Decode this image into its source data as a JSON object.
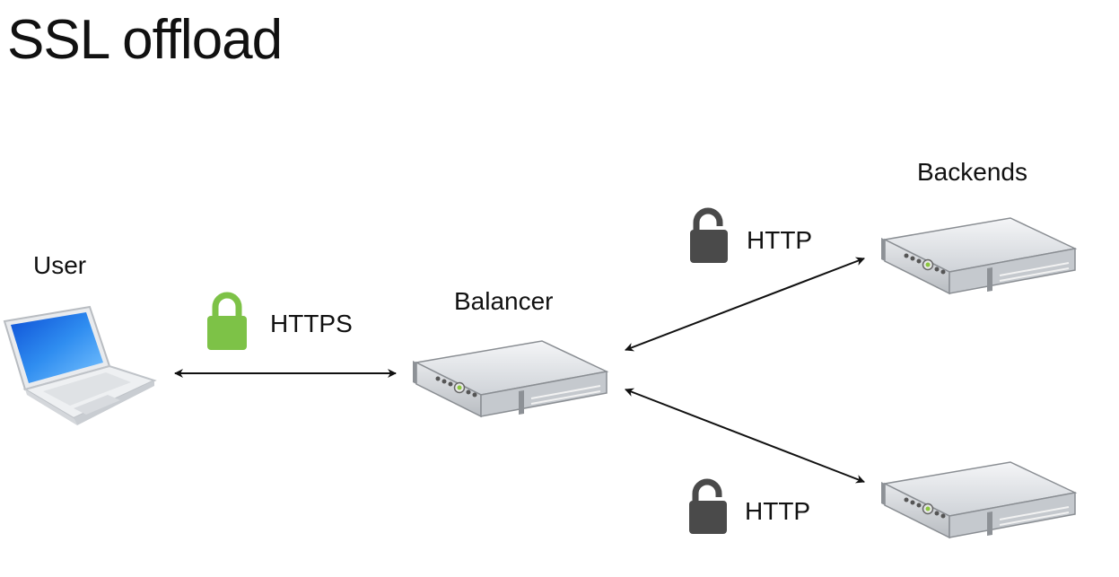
{
  "title": "SSL offload",
  "nodes": {
    "user": {
      "label": "User",
      "icon": "laptop-icon"
    },
    "balancer": {
      "label": "Balancer",
      "icon": "server-icon"
    },
    "backends": {
      "label": "Backends",
      "icon": "server-icon"
    }
  },
  "links": {
    "client": {
      "protocol": "HTTPS",
      "lock": "closed-lock-icon",
      "lock_color": "#7dc247"
    },
    "backend_top": {
      "protocol": "HTTP",
      "lock": "open-lock-icon",
      "lock_color": "#4a4a4a"
    },
    "backend_bottom": {
      "protocol": "HTTP",
      "lock": "open-lock-icon",
      "lock_color": "#4a4a4a"
    }
  }
}
